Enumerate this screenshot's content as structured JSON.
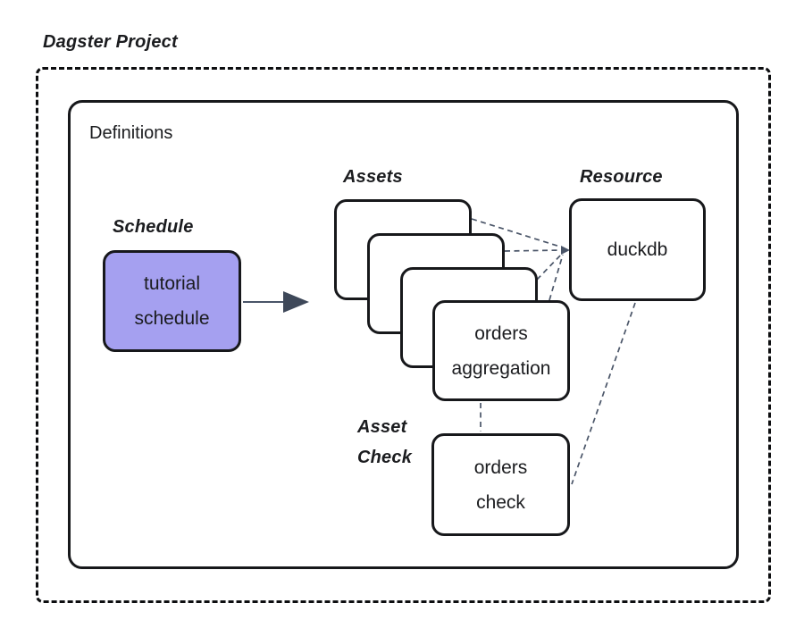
{
  "diagram": {
    "title": "Dagster Project",
    "container": {
      "label": "Definitions"
    },
    "groups": {
      "schedule": {
        "label": "Schedule"
      },
      "assets": {
        "label": "Assets"
      },
      "resource": {
        "label": "Resource"
      },
      "asset_check": {
        "lines": [
          "Asset",
          "Check"
        ]
      }
    },
    "nodes": {
      "tutorial_schedule": {
        "label": "tutorial schedule",
        "lines": [
          "tutorial",
          "schedule"
        ],
        "type": "schedule"
      },
      "asset_stack_back": {
        "label": "",
        "type": "asset"
      },
      "asset_stack_mid1": {
        "label": "",
        "type": "asset"
      },
      "asset_stack_mid2": {
        "label": "",
        "type": "asset"
      },
      "orders_aggregation": {
        "label": "orders aggregation",
        "lines": [
          "orders",
          "aggregation"
        ],
        "type": "asset"
      },
      "duckdb": {
        "label": "duckdb",
        "type": "resource"
      },
      "orders_check": {
        "label": "orders check",
        "lines": [
          "orders",
          "check"
        ],
        "type": "asset-check"
      }
    },
    "edges": [
      {
        "from": "tutorial_schedule",
        "to": "assets",
        "style": "solid-arrow"
      },
      {
        "from": "asset_stack_back",
        "to": "duckdb",
        "style": "dashed"
      },
      {
        "from": "asset_stack_mid1",
        "to": "duckdb",
        "style": "dashed"
      },
      {
        "from": "asset_stack_mid2",
        "to": "duckdb",
        "style": "dashed"
      },
      {
        "from": "orders_aggregation",
        "to": "duckdb",
        "style": "dashed"
      },
      {
        "from": "orders_aggregation",
        "to": "orders_check",
        "style": "dashed"
      },
      {
        "from": "duckdb",
        "to": "orders_check",
        "style": "dashed"
      }
    ]
  },
  "colors": {
    "background": "#ffffff",
    "border": "#17181b",
    "text": "#1b1c1f",
    "schedule_fill": "#a5a0f0",
    "node_fill": "#ffffff",
    "connector": "#4a5568",
    "arrow": "#3e4859"
  }
}
